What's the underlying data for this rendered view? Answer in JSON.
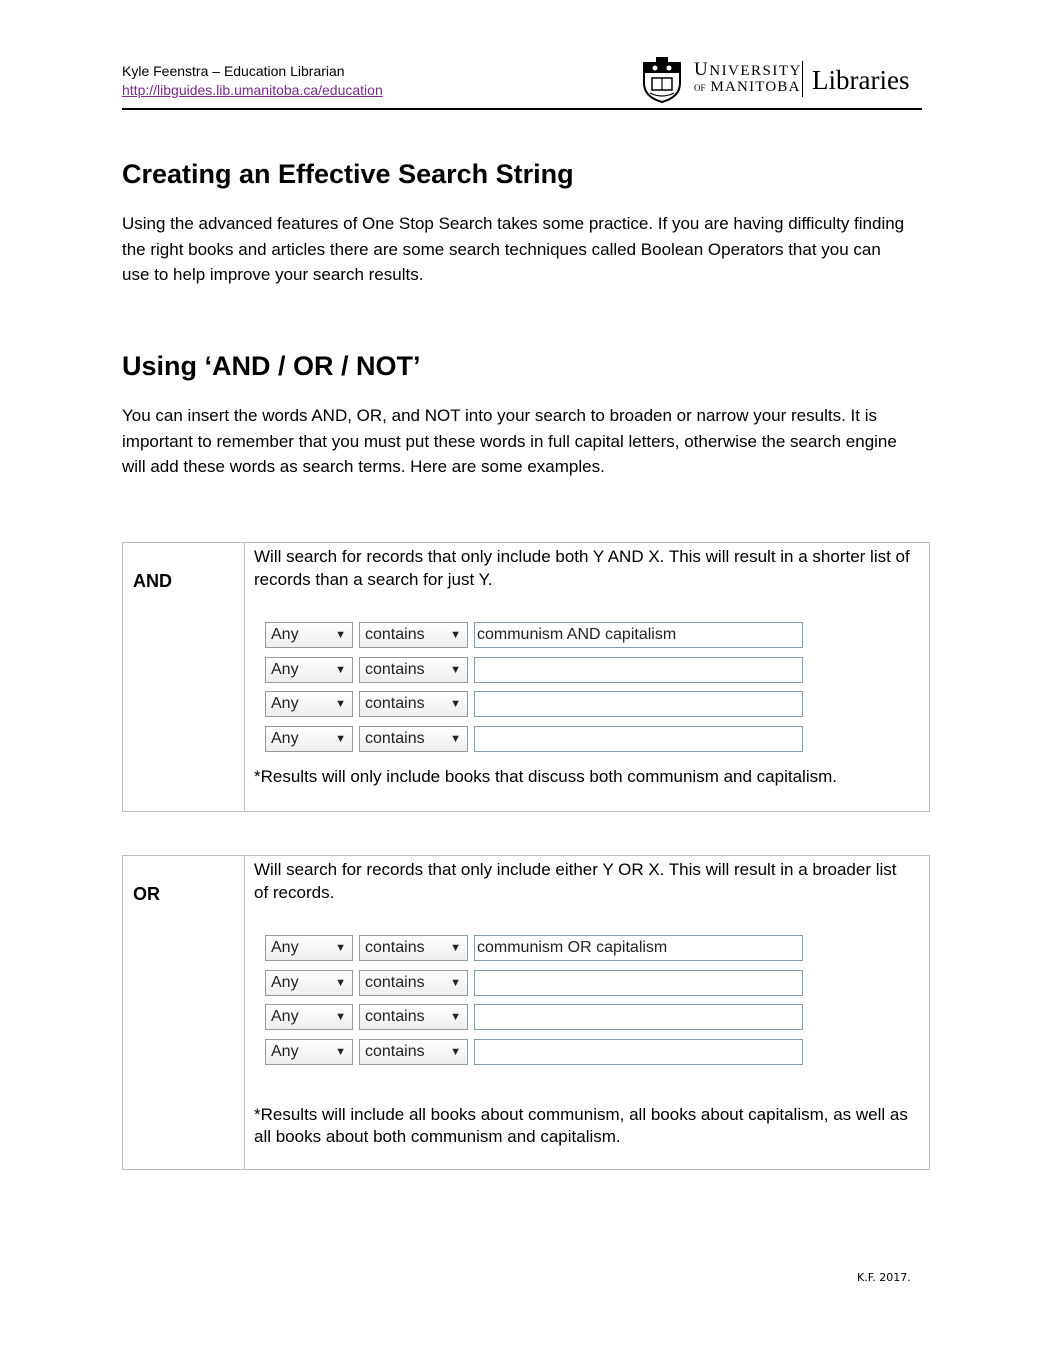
{
  "header": {
    "author": "Kyle Feenstra – Education Librarian",
    "url": "http://libguides.lib.umanitoba.ca/education",
    "logo": {
      "university_big": "U",
      "university_rest": "NIVERSITY",
      "of": "OF",
      "manitoba_big": "M",
      "manitoba_rest": "ANITOBA",
      "libraries": "Libraries",
      "crest_icon": "university-crest-icon"
    }
  },
  "title": "Creating an Effective Search String",
  "intro": "Using the advanced features of One Stop Search takes some practice. If you are having difficulty finding the right books and articles there are some search techniques called Boolean Operators that you can use to help improve your search results.",
  "section2": {
    "heading": "Using ‘AND / OR / NOT’",
    "text": "You can insert the words AND, OR, and NOT into your search to broaden or narrow your results. It is important to remember that you must put these words in full capital letters, otherwise the search engine will add these words as search terms. Here are some examples."
  },
  "operators": [
    {
      "label": "AND",
      "description": "Will search for records that only include both Y AND X. This will result in a shorter list of records than a search for just Y.",
      "rows": [
        {
          "field": "Any",
          "condition": "contains",
          "value": "communism AND capitalism"
        },
        {
          "field": "Any",
          "condition": "contains",
          "value": ""
        },
        {
          "field": "Any",
          "condition": "contains",
          "value": ""
        },
        {
          "field": "Any",
          "condition": "contains",
          "value": ""
        }
      ],
      "note": "*Results will only include books that discuss both communism and capitalism."
    },
    {
      "label": "OR",
      "description": "Will search for records that only include either Y OR X. This will result in a broader list of records.",
      "rows": [
        {
          "field": "Any",
          "condition": "contains",
          "value": "communism OR capitalism"
        },
        {
          "field": "Any",
          "condition": "contains",
          "value": ""
        },
        {
          "field": "Any",
          "condition": "contains",
          "value": ""
        },
        {
          "field": "Any",
          "condition": "contains",
          "value": ""
        }
      ],
      "note": "*Results will include all books about communism, all books  about capitalism, as well as all books about both communism and capitalism."
    }
  ],
  "dropdown_caret": "▼",
  "footer": "K.F. 2017."
}
